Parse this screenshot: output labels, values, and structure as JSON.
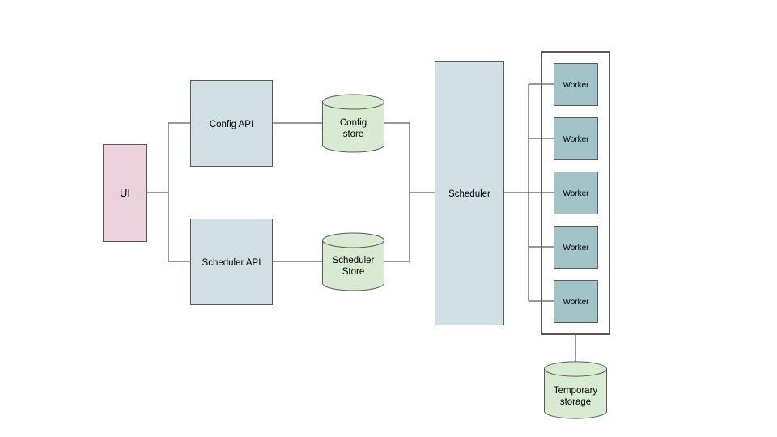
{
  "diagram": {
    "nodes": {
      "ui": {
        "label": "UI",
        "color": "#ead1dc"
      },
      "config_api": {
        "label": "Config API",
        "color": "#d0dfe3"
      },
      "scheduler_api": {
        "label": "Scheduler API",
        "color": "#d0dfe3"
      },
      "config_store": {
        "label_lines": [
          "Config",
          "store"
        ],
        "color": "#d9ead3"
      },
      "scheduler_store": {
        "label_lines": [
          "Scheduler",
          "Store"
        ],
        "color": "#d9ead3"
      },
      "scheduler": {
        "label": "Scheduler",
        "color": "#d0dfe3"
      },
      "workers": [
        {
          "label": "Worker"
        },
        {
          "label": "Worker"
        },
        {
          "label": "Worker"
        },
        {
          "label": "Worker"
        },
        {
          "label": "Worker"
        }
      ],
      "worker_color": "#a2c4c9",
      "temporary_storage": {
        "label_lines": [
          "Temporary",
          "storage"
        ],
        "color": "#d9ead3"
      }
    },
    "colors": {
      "stroke": "#595959",
      "connector": "#333333",
      "group_border": "#595959"
    }
  }
}
